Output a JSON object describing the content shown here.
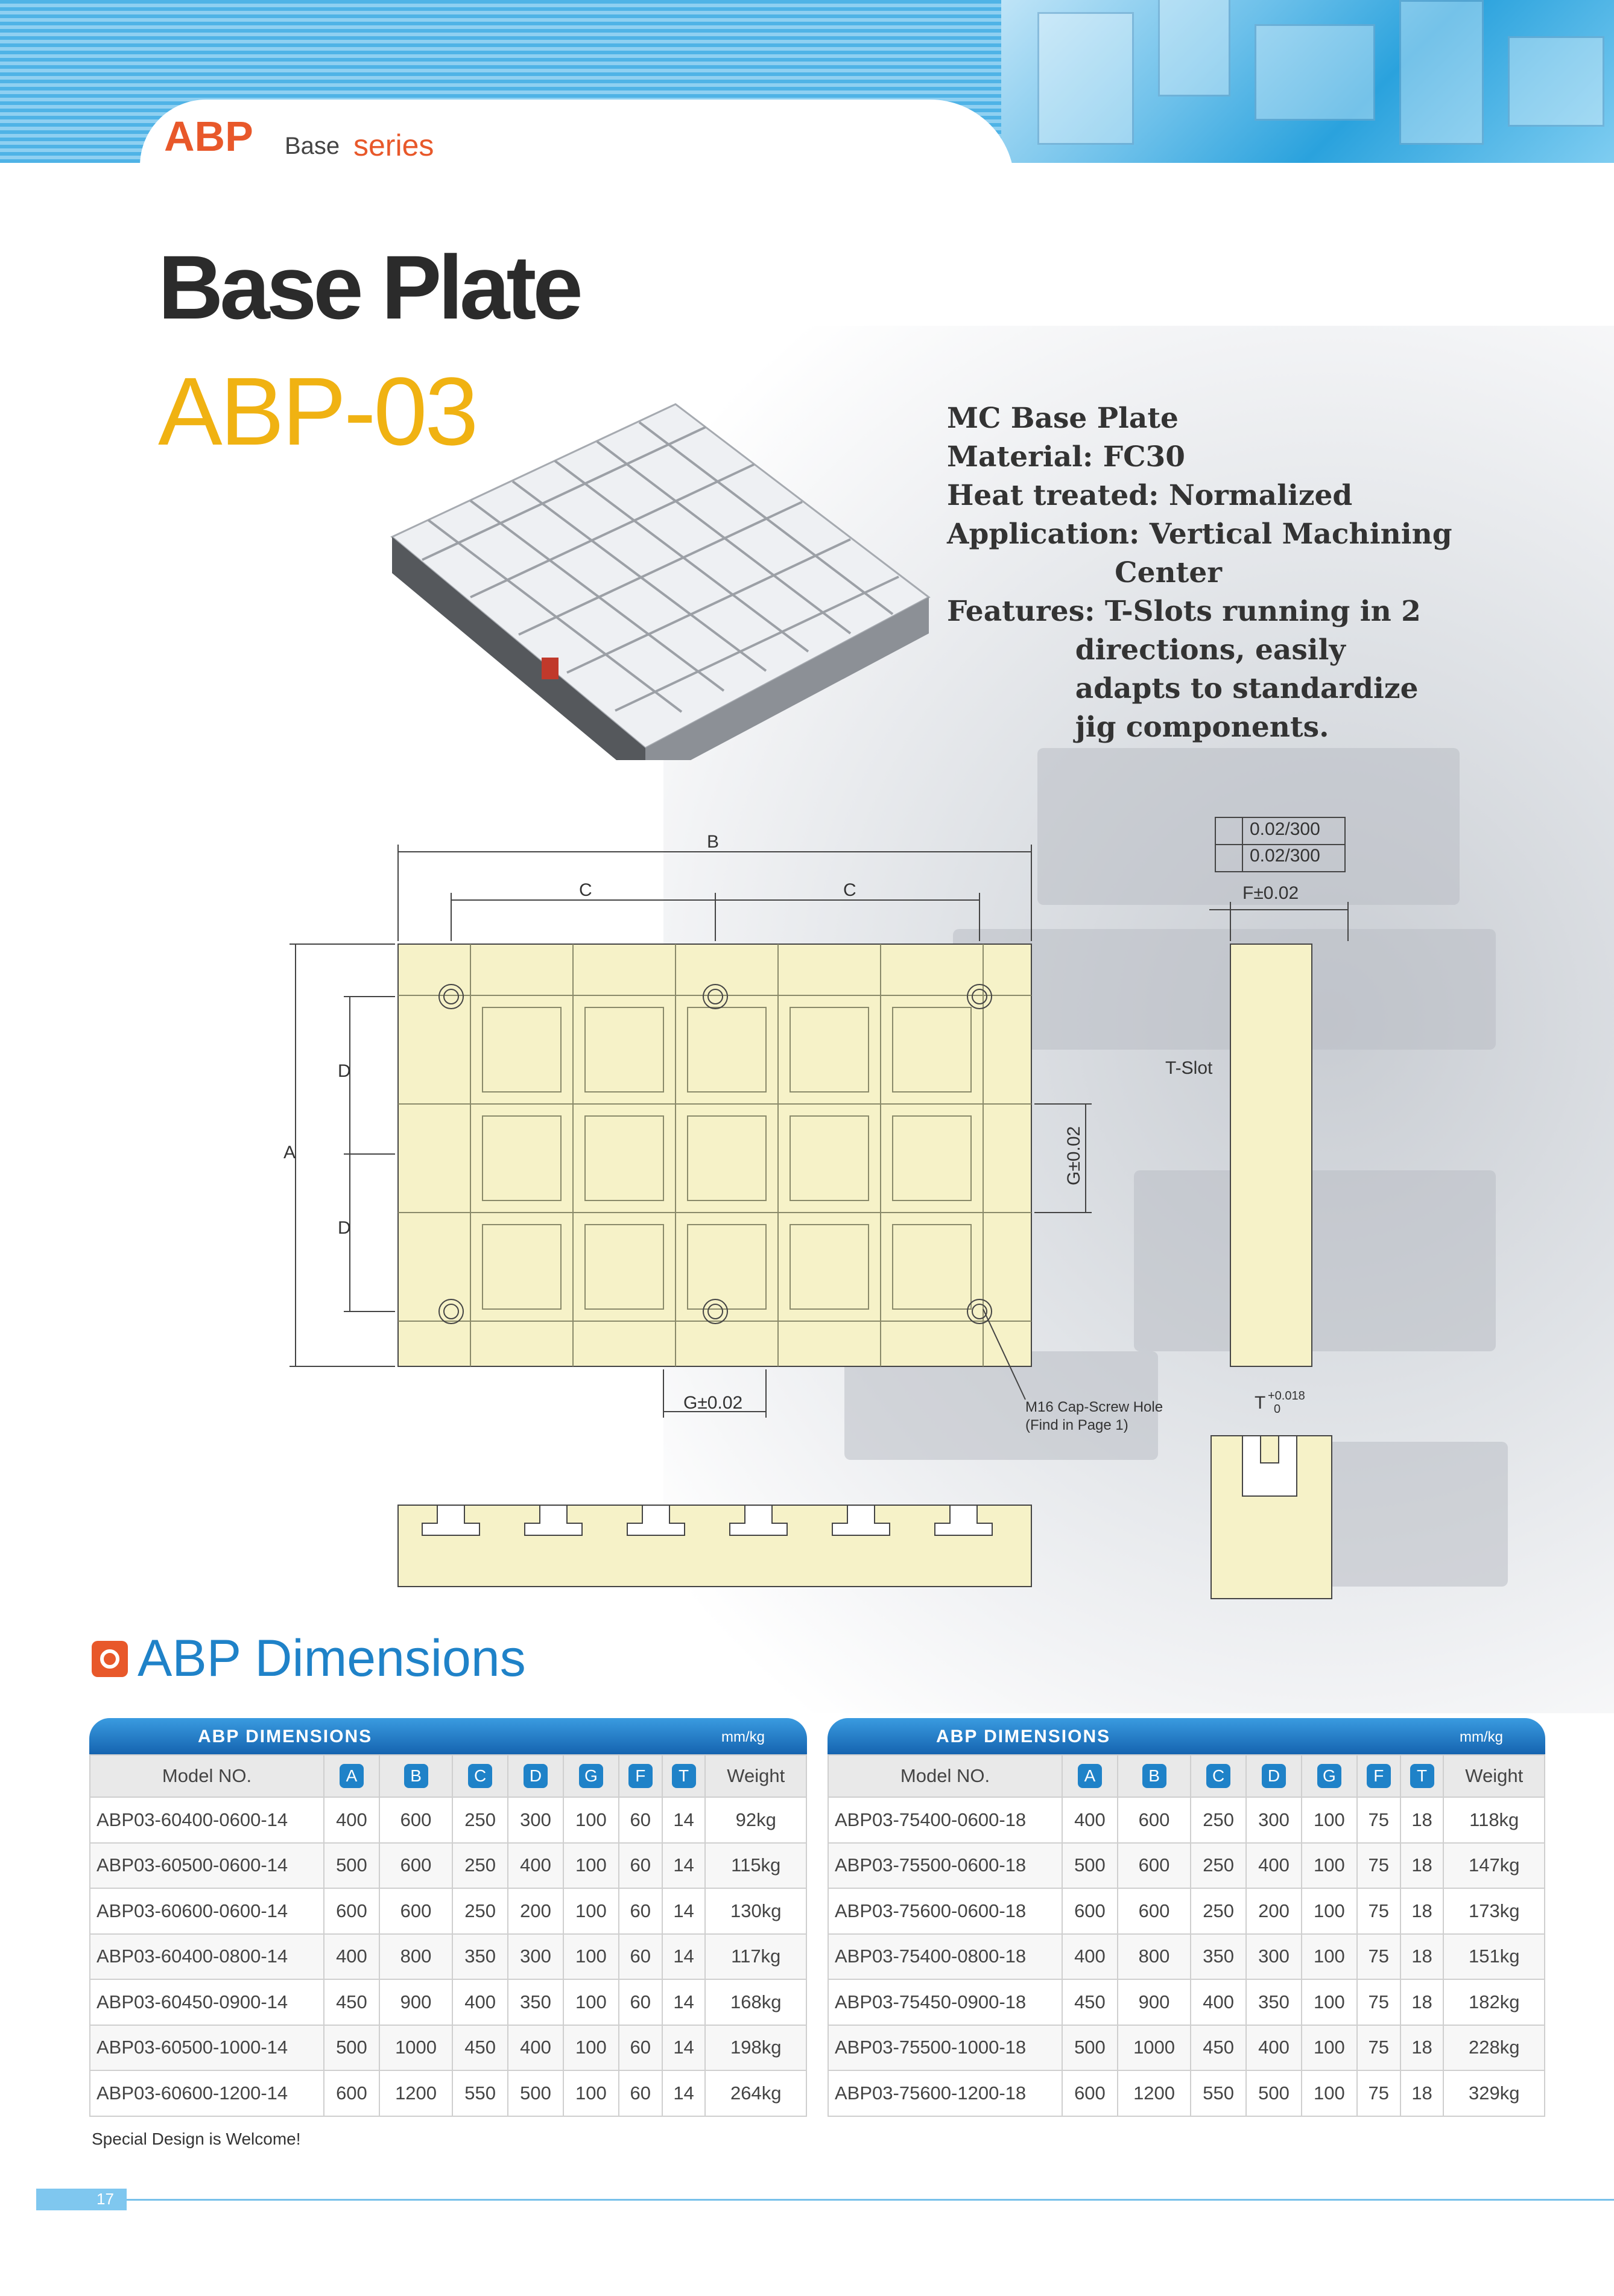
{
  "header": {
    "brand": "ABP",
    "base": "Base",
    "series": "series"
  },
  "title": "Base Plate",
  "model": "ABP-03",
  "specs": [
    "MC Base Plate",
    "Material: FC30",
    "Heat treated: Normalized",
    "Application: Vertical Machining",
    "                 Center",
    "Features: T-Slots running in 2",
    "             directions, easily",
    "             adapts to standardize",
    "             jig components."
  ],
  "drawing": {
    "B": "B",
    "C1": "C",
    "C2": "C",
    "A": "A",
    "D1": "D",
    "D2": "D",
    "G_vert": "G±0.02",
    "G_horz": "G±0.02",
    "tol1": "0.02/300",
    "tol2": "0.02/300",
    "F": "F±0.02",
    "tslot": "T-Slot",
    "hole1": "M16 Cap-Screw Hole",
    "hole2": "(Find in Page 1)",
    "T": "T",
    "T_up": "+0.018",
    "T_low": "0"
  },
  "dimensions_title": "ABP Dimensions",
  "table_title": "ABP DIMENSIONS",
  "unit": "mm/kg",
  "columns": {
    "model": "Model NO.",
    "a": "A",
    "b": "B",
    "c": "C",
    "d": "D",
    "g": "G",
    "f": "F",
    "t": "T",
    "weight": "Weight"
  },
  "table_left": [
    [
      "ABP03-60400-0600-14",
      "400",
      "600",
      "250",
      "300",
      "100",
      "60",
      "14",
      "92kg"
    ],
    [
      "ABP03-60500-0600-14",
      "500",
      "600",
      "250",
      "400",
      "100",
      "60",
      "14",
      "115kg"
    ],
    [
      "ABP03-60600-0600-14",
      "600",
      "600",
      "250",
      "200",
      "100",
      "60",
      "14",
      "130kg"
    ],
    [
      "ABP03-60400-0800-14",
      "400",
      "800",
      "350",
      "300",
      "100",
      "60",
      "14",
      "117kg"
    ],
    [
      "ABP03-60450-0900-14",
      "450",
      "900",
      "400",
      "350",
      "100",
      "60",
      "14",
      "168kg"
    ],
    [
      "ABP03-60500-1000-14",
      "500",
      "1000",
      "450",
      "400",
      "100",
      "60",
      "14",
      "198kg"
    ],
    [
      "ABP03-60600-1200-14",
      "600",
      "1200",
      "550",
      "500",
      "100",
      "60",
      "14",
      "264kg"
    ]
  ],
  "table_right": [
    [
      "ABP03-75400-0600-18",
      "400",
      "600",
      "250",
      "300",
      "100",
      "75",
      "18",
      "118kg"
    ],
    [
      "ABP03-75500-0600-18",
      "500",
      "600",
      "250",
      "400",
      "100",
      "75",
      "18",
      "147kg"
    ],
    [
      "ABP03-75600-0600-18",
      "600",
      "600",
      "250",
      "200",
      "100",
      "75",
      "18",
      "173kg"
    ],
    [
      "ABP03-75400-0800-18",
      "400",
      "800",
      "350",
      "300",
      "100",
      "75",
      "18",
      "151kg"
    ],
    [
      "ABP03-75450-0900-18",
      "450",
      "900",
      "400",
      "350",
      "100",
      "75",
      "18",
      "182kg"
    ],
    [
      "ABP03-75500-1000-18",
      "500",
      "1000",
      "450",
      "400",
      "100",
      "75",
      "18",
      "228kg"
    ],
    [
      "ABP03-75600-1200-18",
      "600",
      "1200",
      "550",
      "500",
      "100",
      "75",
      "18",
      "329kg"
    ]
  ],
  "note": "Special Design is Welcome!",
  "page": "17"
}
